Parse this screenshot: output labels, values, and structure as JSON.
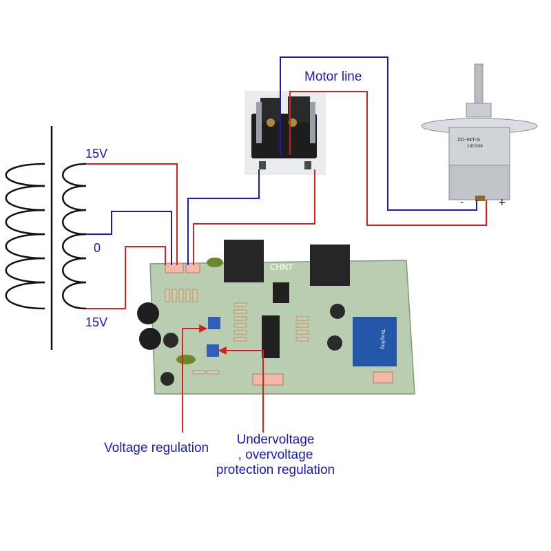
{
  "labels": {
    "transformer_top": "15V",
    "transformer_center": "0",
    "transformer_bottom": "15V",
    "motor_line": "Motor line",
    "voltage_regulation": "Voltage regulation",
    "undervoltage_line1": "Undervoltage",
    "undervoltage_line2": ", overvoltage",
    "undervoltage_line3": "protection regulation"
  },
  "motor": {
    "model": "ZD-3KT-G",
    "code": "190309",
    "minus": "-",
    "plus": "+"
  },
  "pcb": {
    "brand": "CHNT",
    "relay": "Tongling"
  },
  "colors": {
    "wire_red": "#d42020",
    "wire_blue": "#1a1ab4",
    "pcb_green": "#b9cdb0",
    "label_blue": "#1a1ab4"
  }
}
